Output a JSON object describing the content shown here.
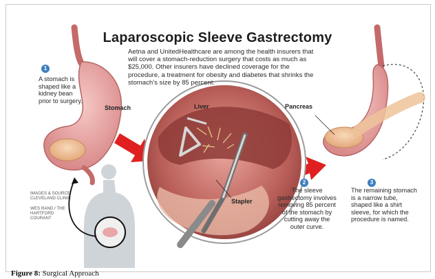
{
  "title": "Laparoscopic Sleeve Gastrectomy",
  "intro": "Aetna and UnitedHealthcare are among the health insurers that will cover a stomach-reduction surgery that costs as much as $25,000. Other insurers have declined coverage for the procedure, a treatment for obesity and diabetes that shrinks the stomach's size by 85 percent.",
  "steps": [
    {
      "number": "1",
      "text": "A stomach is shaped like a kidney bean prior to surgery."
    },
    {
      "number": "2",
      "text": "The sleeve gastrectomy involves removing 85 percent of the stomach by cutting away the outer curve."
    },
    {
      "number": "3",
      "text": "The remaining stomach is a narrow tube, shaped like a shirt sleeve, for which the procedure is named."
    }
  ],
  "labels": {
    "stomach": "Stomach",
    "liver": "Liver",
    "pancreas": "Pancreas",
    "stapler": "Stapler"
  },
  "credits": {
    "images": "IMAGES & SOURCE: Cleveland Clinic",
    "artist": "WES RAND / THE HARTFORD COURANT"
  },
  "caption": {
    "label": "Figure 8:",
    "text": "Surgical Approach"
  },
  "colors": {
    "stomach": "#e9a7a7",
    "pancreas": "#efc39a",
    "arrow": "#e02020",
    "badge": "#3f7fbf"
  }
}
